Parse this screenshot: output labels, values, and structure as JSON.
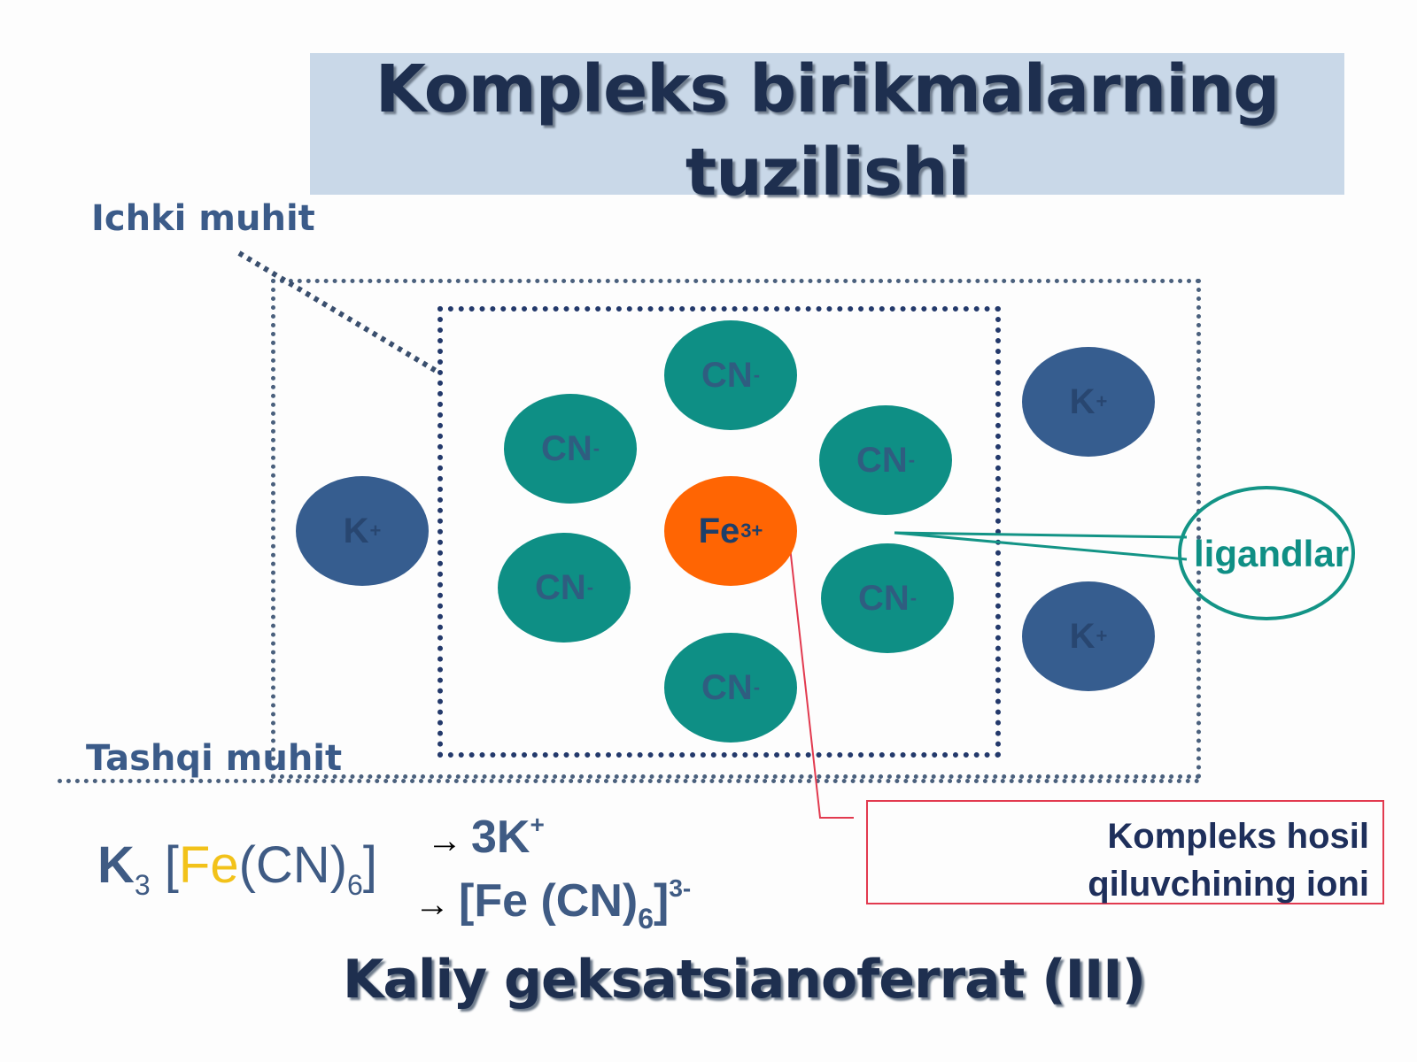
{
  "title": "Kompleks birikmalarning tuzilishi",
  "labels": {
    "inner": "Ichki muhit",
    "outer": "Tashqi muhit",
    "ligands": "ligandlar",
    "complexing_ion_line1": "Kompleks hosil",
    "complexing_ion_line2": "qiluvchining ioni"
  },
  "ions": {
    "cn": "CN",
    "cn_charge": "-",
    "k": "K",
    "k_charge": "+",
    "fe": "Fe",
    "fe_charge": "3+"
  },
  "formula": {
    "k": "K",
    "k_sub": "3",
    "open": " [",
    "fe": "Fe",
    "cn": "(CN)",
    "cn_sub": "6",
    "close": "]"
  },
  "equations": {
    "arrow": "→",
    "eq1": "3K",
    "eq1_sup": "+",
    "eq2_main": "[Fe (CN)",
    "eq2_sub": "6",
    "eq2_close": "]",
    "eq2_sup": "3-"
  },
  "name": "Kaliy geksatsianoferrat (III)",
  "colors": {
    "ligand": "#0e8f85",
    "potassium": "#365d8f",
    "iron": "#ff6503",
    "title_bg": "#c9d8e8",
    "connector_red": "#e23a4f"
  }
}
